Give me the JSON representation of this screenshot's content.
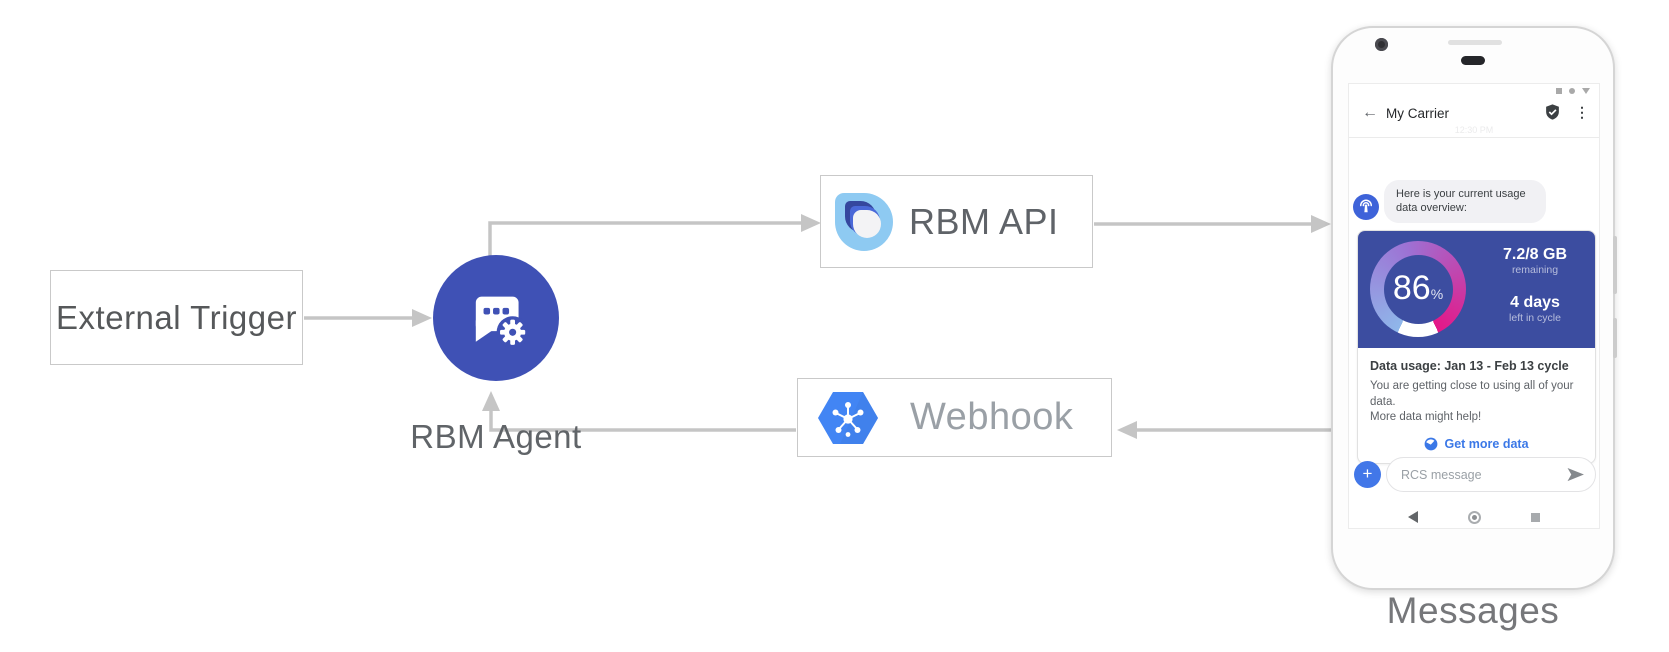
{
  "diagram": {
    "nodes": {
      "external_trigger": "External Trigger",
      "rbm_agent": "RBM Agent",
      "rbm_api": "RBM API",
      "webhook": "Webhook"
    },
    "caption": "Messages",
    "accent_indigo": "#3f51b5",
    "arrow_color": "#c5c5c5",
    "icons": {
      "rbm_agent": "chat-bubble-gear-icon",
      "rbm_api": "rbm-droplet-logo",
      "webhook": "cloud-hexagon-hub-icon"
    }
  },
  "phone": {
    "status_icons": [
      "square",
      "circle",
      "triangle-down"
    ],
    "header": {
      "back_icon": "←",
      "title": "My Carrier",
      "verified_icon": "shield-check",
      "menu_icon": "⋮"
    },
    "timestamp": "12:30 PM",
    "conversation": {
      "agent_avatar_icon": "antenna-signal",
      "bot_message": "Here is your current usage data overview:"
    },
    "usage_card": {
      "card_bg": "#3c4da0",
      "gauge": {
        "percent": "86",
        "percent_sign": "%",
        "used_fraction": 0.86,
        "colors": [
          "#8fb7ea",
          "#9d72d4",
          "#e51787"
        ],
        "track_color": "#ffffff"
      },
      "remaining_value": "7.2/8 GB",
      "remaining_label": "remaining",
      "cycle_value": "4 days",
      "cycle_label": "left in cycle",
      "title": "Data usage: Jan 13 - Feb 13 cycle",
      "body_line1": "You are getting close to using all of your data.",
      "body_line2": "More data might help!",
      "action_label": "Get more data",
      "action_color": "#3b78e7"
    },
    "composer": {
      "add_label": "+",
      "placeholder": "RCS message",
      "send_icon": "send-arrow"
    },
    "navbar": [
      "back",
      "home",
      "recents"
    ]
  }
}
